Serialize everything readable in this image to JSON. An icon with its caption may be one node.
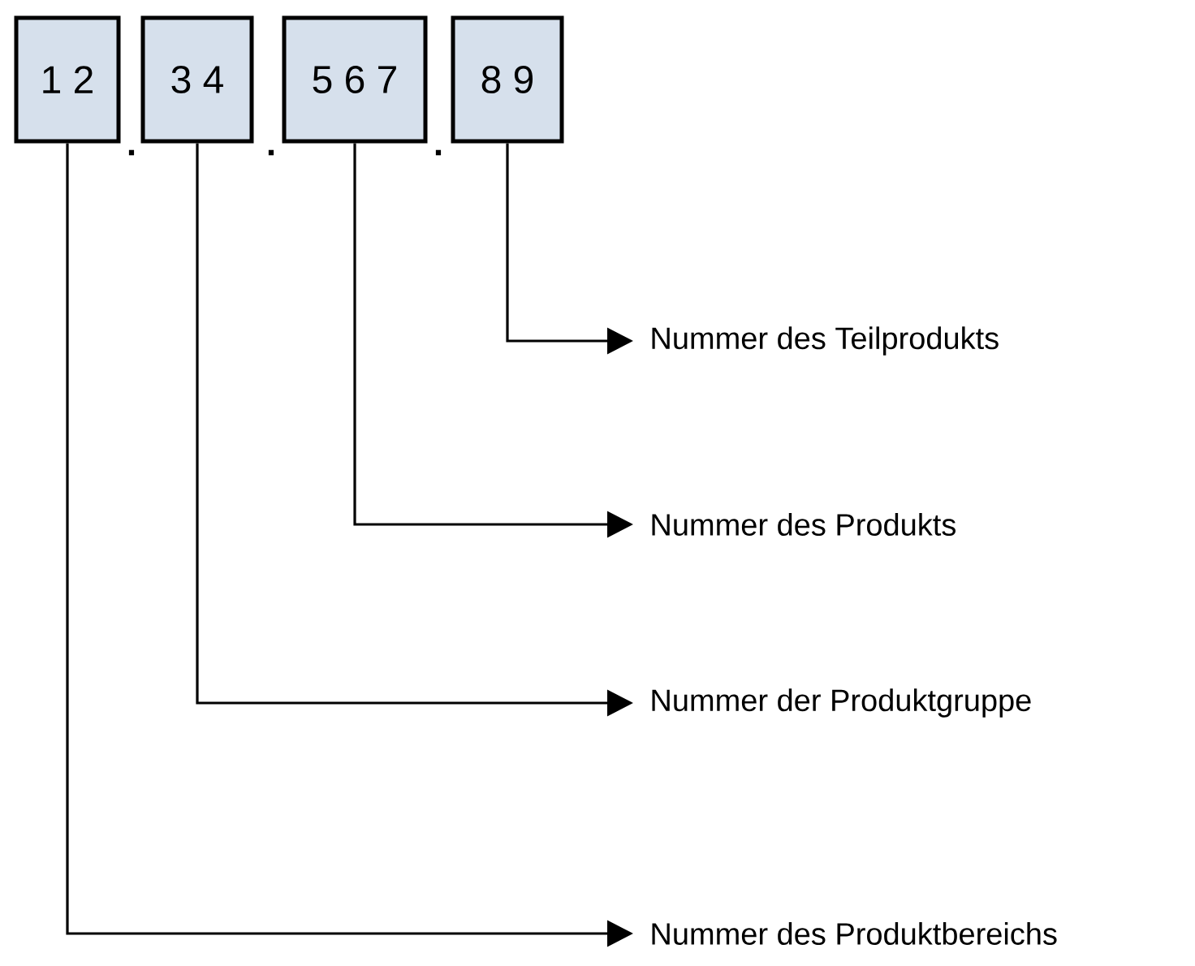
{
  "diagram": {
    "nodes": [
      {
        "text": [
          "1 2"
        ]
      },
      {
        "text": [
          "3 4"
        ]
      },
      {
        "text": [
          "5 6 7"
        ]
      },
      {
        "text": [
          "8 9"
        ]
      },
      {
        "text": [
          "Nummer des Teilprodukts"
        ]
      },
      {
        "text": [
          "Nummer des Produkts"
        ]
      },
      {
        "text": [
          "Nummer  der Produktgruppe"
        ]
      },
      {
        "text": [
          "Nummer des Produktbereichs"
        ]
      }
    ],
    "edges": [
      {
        "from": 3,
        "to": 4,
        "arrow": "to"
      },
      {
        "from": 2,
        "to": 5,
        "arrow": "to"
      },
      {
        "from": 1,
        "to": 6,
        "arrow": "to"
      },
      {
        "from": 0,
        "to": 7,
        "arrow": "to"
      }
    ],
    "labels": [
      ".",
      ".",
      "."
    ]
  }
}
